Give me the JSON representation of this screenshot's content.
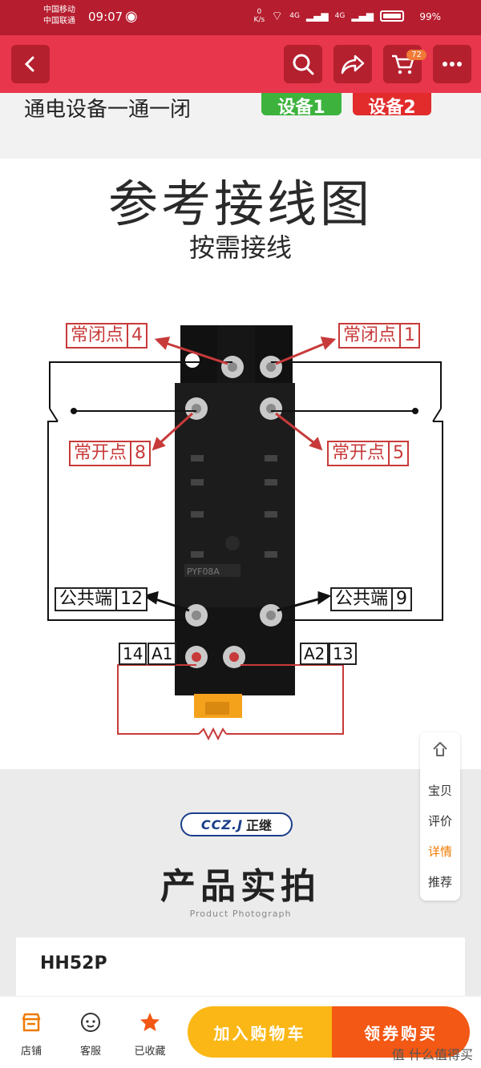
{
  "status_bar": {
    "carrier_1": "中国移动",
    "carrier_2": "中国联通",
    "time": "09:07",
    "net_speed": "0\nK/s",
    "signal_1": "4G",
    "signal_2": "4G",
    "battery": "99%"
  },
  "nav": {
    "back_icon": "back-arrow-icon",
    "search_icon": "search-icon",
    "share_icon": "share-icon",
    "cart_icon": "cart-icon",
    "cart_badge": "72",
    "more_icon": "more-icon"
  },
  "promo": {
    "text": "通电设备一通一闭",
    "tag_1": "设备1",
    "tag_2": "设备2"
  },
  "diagram": {
    "title": "参考接线图",
    "subtitle": "按需接线",
    "labels": {
      "nc4": {
        "text": "常闭点",
        "num": "4"
      },
      "nc1": {
        "text": "常闭点",
        "num": "1"
      },
      "no8": {
        "text": "常开点",
        "num": "8"
      },
      "no5": {
        "text": "常开点",
        "num": "5"
      },
      "com12": {
        "text": "公共端",
        "num": "12"
      },
      "com9": {
        "text": "公共端",
        "num": "9"
      }
    },
    "pins": {
      "p14": "14",
      "a1": "A1",
      "a2": "A2",
      "p13": "13"
    },
    "base_marking": "PYF08A"
  },
  "photo_section": {
    "logo_mark": "CCZ.J",
    "logo_cn": "正继",
    "title": "产品实拍",
    "subtitle": "Product Photograph",
    "model": "HH52P"
  },
  "side_nav": {
    "top_icon": "back-to-top-icon",
    "items": [
      "宝贝",
      "评价",
      "详情",
      "推荐"
    ],
    "active": "详情"
  },
  "bottom_bar": {
    "store": "店铺",
    "service": "客服",
    "favorite": "已收藏",
    "add_to_cart": "加入购物车",
    "buy_now": "领券购买",
    "watermark": "值 什么值得买"
  },
  "colors": {
    "status_bar": "#b61d2f",
    "nav_bar": "#e8364d",
    "cart_button": "#fbb716",
    "buy_button": "#f35814",
    "diagram_red": "#c83a3a"
  }
}
